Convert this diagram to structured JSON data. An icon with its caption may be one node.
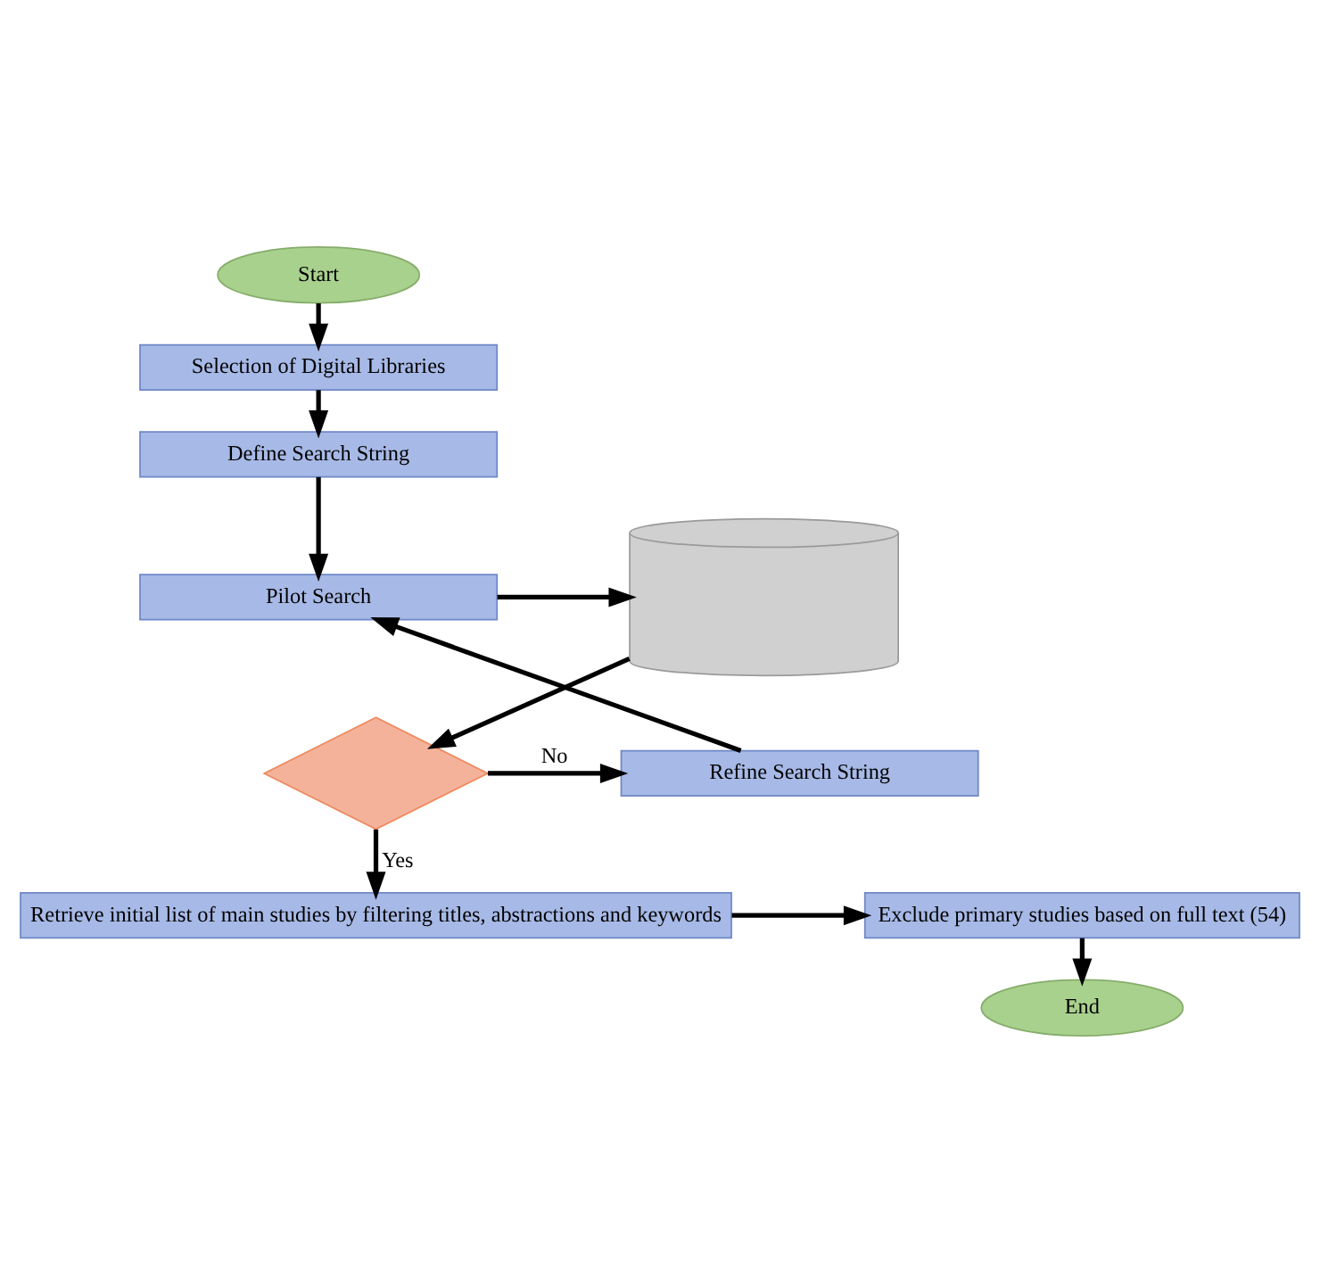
{
  "diagram": {
    "nodes": [
      {
        "text": [
          "Start"
        ]
      },
      {
        "text": [
          "Selection of Digital Libraries"
        ]
      },
      {
        "text": [
          "Define Search String"
        ]
      },
      {
        "text": [
          "Pilot Search"
        ]
      },
      {
        "text": [],
        "shape": "cylinder"
      },
      {
        "text": [],
        "shape": "diamond"
      },
      {
        "text": [
          "Refine Search String"
        ]
      },
      {
        "text": [
          "Retrieve initial list of main studies by filtering titles, abstractions and keywords"
        ]
      },
      {
        "text": [
          "Exclude primary studies based on full text (54)"
        ]
      },
      {
        "text": [
          "End"
        ]
      }
    ],
    "edges": [
      {
        "from": 0,
        "to": 1,
        "arrow": "to"
      },
      {
        "from": 1,
        "to": 2,
        "arrow": "to"
      },
      {
        "from": 2,
        "to": 3,
        "arrow": "to"
      },
      {
        "from": 3,
        "to": 4,
        "arrow": "to"
      },
      {
        "from": 4,
        "to": 5,
        "arrow": "to"
      },
      {
        "from": 5,
        "to": 6,
        "arrow": "to",
        "label": "No"
      },
      {
        "from": 6,
        "to": 3,
        "arrow": "to"
      },
      {
        "from": 5,
        "to": 7,
        "arrow": "to",
        "label": "Yes"
      },
      {
        "from": 7,
        "to": 8,
        "arrow": "to"
      },
      {
        "from": 8,
        "to": 9,
        "arrow": "to"
      }
    ]
  }
}
